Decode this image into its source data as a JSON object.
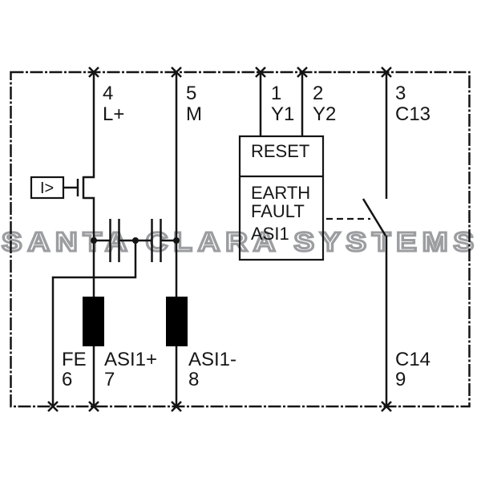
{
  "watermark": "SANTA CLARA SYSTEMS",
  "colors": {
    "line": "#141414",
    "component_fill": "#000000",
    "watermark": "#9c9da0",
    "background": "#ffffff"
  },
  "terminals": {
    "top": [
      {
        "number": "4",
        "name": "L+"
      },
      {
        "number": "5",
        "name": "M"
      },
      {
        "number": "1",
        "name": "Y1"
      },
      {
        "number": "2",
        "name": "Y2"
      },
      {
        "number": "3",
        "name": "C13"
      }
    ],
    "bottom": [
      {
        "number": "6",
        "name": "FE"
      },
      {
        "number": "7",
        "name": "ASI1+"
      },
      {
        "number": "8",
        "name": "ASI1-"
      },
      {
        "number": "9",
        "name": "C14"
      }
    ]
  },
  "relay_box": {
    "reset_label": "RESET",
    "fault_lines": [
      "EARTH",
      "FAULT",
      "ASI1"
    ]
  },
  "current_sensor_symbol": "I>"
}
